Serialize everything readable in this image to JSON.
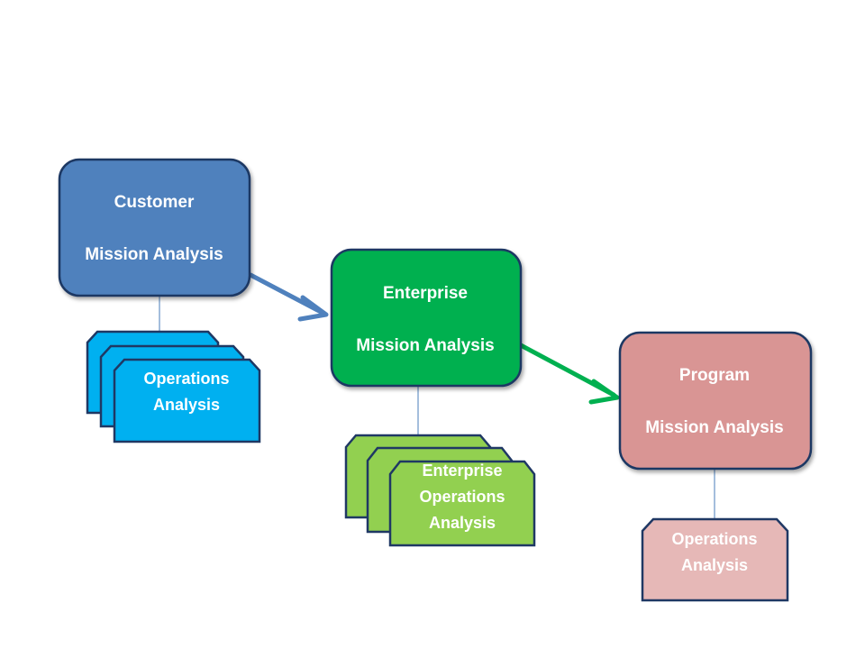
{
  "nodes": {
    "customer": {
      "line1": "Customer",
      "line2": "Mission Analysis",
      "color": "#4f81bd"
    },
    "enterprise": {
      "line1": "Enterprise",
      "line2": "Mission Analysis",
      "color": "#00b050"
    },
    "program": {
      "line1": "Program",
      "line2": "Mission Analysis",
      "color": "#d99594"
    }
  },
  "cards": {
    "customer": {
      "line1": "Operations",
      "line2": "Analysis",
      "color": "#00b0f0"
    },
    "enterprise": {
      "line1": "Enterprise",
      "line2": "Operations",
      "line3": "Analysis",
      "color": "#92d050"
    },
    "program": {
      "line1": "Operations",
      "line2": "Analysis",
      "color": "#e6b8b7"
    }
  },
  "arrows": {
    "customer_to_enterprise": {
      "color": "#4f81bd"
    },
    "enterprise_to_program": {
      "color": "#00b050"
    }
  },
  "outline_color": "#1f3864",
  "connector_color": "#4a7ebb"
}
